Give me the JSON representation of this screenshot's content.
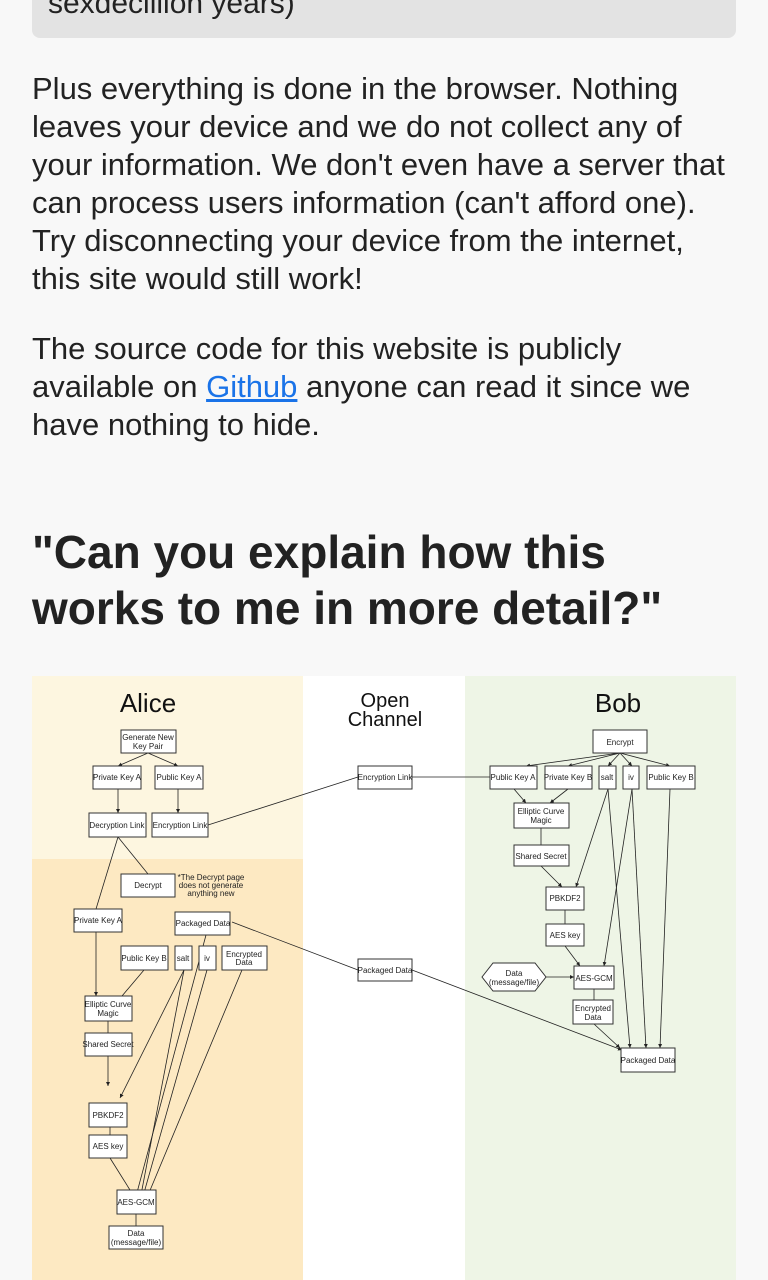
{
  "top_quote": {
    "text": "sexdecillion years)"
  },
  "paragraph1": "Plus everything is done in the browser. Nothing leaves your device and we do not collect any of your information. We don't even have a server that can process users information (can't afford one). Try disconnecting your device from the internet, this site would still work!",
  "paragraph2": {
    "before": "The source code for this website is publicly available on ",
    "link": "Github",
    "after": " anyone can read it since we have nothing to hide."
  },
  "heading": "\"Can you explain how this works to me in more detail?\"",
  "diagram": {
    "colors": {
      "alice_top": "#fdf6e0",
      "alice_bottom": "#fde9c2",
      "bob": "#eef5e6",
      "channel": "#ffffff"
    },
    "columns": {
      "alice": "Alice",
      "channel_line1": "Open",
      "channel_line2": "Channel",
      "bob": "Bob"
    },
    "alice": {
      "generate_line1": "Generate New",
      "generate_line2": "Key Pair",
      "private_key_a": "Private Key A",
      "public_key_a": "Public Key A",
      "decryption_link": "Decryption Link",
      "encryption_link": "Encryption Link",
      "decrypt": "Decrypt",
      "note_line1": "*The Decrypt page",
      "note_line2": "does not generate",
      "note_line3": "anything new",
      "private_key_a2": "Private Key A",
      "packaged_data": "Packaged Data",
      "public_key_b": "Public Key B",
      "salt": "salt",
      "iv": "iv",
      "encrypted_line1": "Encrypted",
      "encrypted_line2": "Data",
      "ecm_line1": "Elliptic Curve",
      "ecm_line2": "Magic",
      "shared_secret": "Shared Secret",
      "pbkdf2": "PBKDF2",
      "aes_key": "AES key",
      "aes_gcm": "AES-GCM",
      "data_line1": "Data",
      "data_line2": "(message/file)"
    },
    "channel": {
      "encryption_link": "Encryption Link",
      "packaged_data": "Packaged Data"
    },
    "bob": {
      "encrypt": "Encrypt",
      "public_key_a": "Public Key A",
      "private_key_b": "Private Key B",
      "salt": "salt",
      "iv": "iv",
      "public_key_b": "Public Key B",
      "ecm_line1": "Elliptic Curve",
      "ecm_line2": "Magic",
      "shared_secret": "Shared Secret",
      "pbkdf2": "PBKDF2",
      "aes_key": "AES key",
      "data_line1": "Data",
      "data_line2": "(message/file)",
      "aes_gcm": "AES-GCM",
      "encrypted_line1": "Encrypted",
      "encrypted_line2": "Data",
      "packaged_data": "Packaged Data"
    }
  }
}
